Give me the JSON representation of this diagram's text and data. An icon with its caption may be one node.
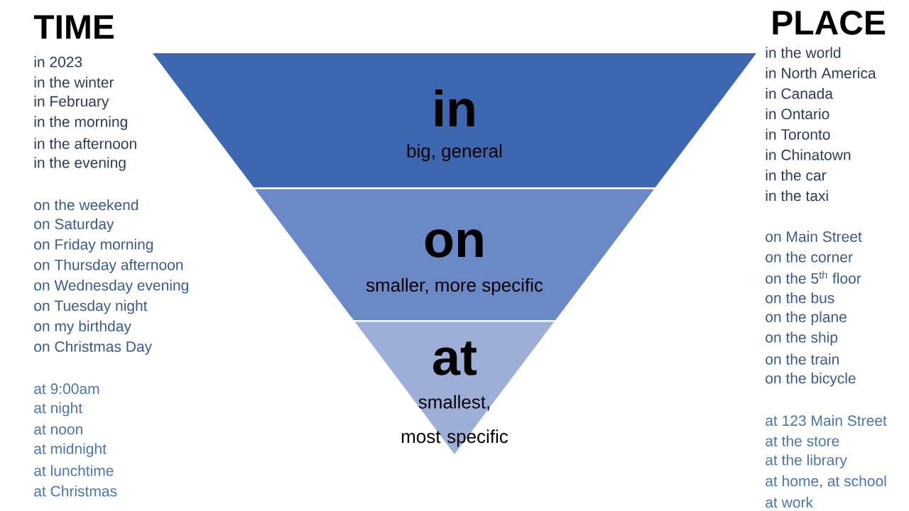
{
  "diagram": {
    "nodes": [
      {
        "text": [
          "in",
          "big, general"
        ]
      },
      {
        "text": [
          "on",
          "smaller, more specific"
        ]
      },
      {
        "text": [
          "at",
          "smallest, most specific"
        ]
      }
    ],
    "labels": [
      "TIME",
      "in 2023",
      "in the winter",
      "in February",
      "in the morning",
      "in the afternoon",
      "in the evening",
      "on the weekend",
      "on Saturday",
      "on Friday morning",
      "on Thursday afternoon",
      "on Wednesday evening",
      "on Tuesday night",
      "on my birthday",
      "on Christmas Day",
      "at 9:00am",
      "at night",
      "at noon",
      "at midnight",
      "at lunchtime",
      "at Christmas",
      "PLACE",
      "in the world",
      "in North America",
      "in Canada",
      "in Ontario",
      "in Toronto",
      "in Chinatown",
      "in the car",
      "in the taxi",
      "on Main Street",
      "on the corner",
      "on the 5$^{th}$ floor",
      "on the bus",
      "on the plane",
      "on the ship",
      "on the train",
      "on the bicycle",
      "at 123 Main Street",
      "at the store",
      "at the library",
      "at home, at school",
      "at work"
    ]
  }
}
